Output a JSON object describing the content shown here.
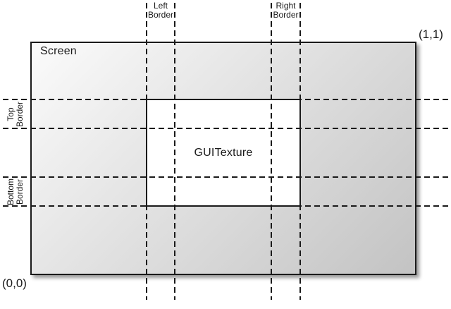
{
  "diagram": {
    "screen_label": "Screen",
    "texture_label": "GUITexture",
    "coord_origin": "(0,0)",
    "coord_top_right": "(1,1)",
    "borders": {
      "left": {
        "line1": "Left",
        "line2": "Border"
      },
      "right": {
        "line1": "Right",
        "line2": "Border"
      },
      "top": {
        "line1": "Top",
        "line2": "Border"
      },
      "bottom": {
        "line1": "Bottom",
        "line2": "Border"
      }
    }
  },
  "colors": {
    "line": "#1a1a1a",
    "screen_gradient_start": "#fbfbfb",
    "screen_gradient_end": "#c3c3c3",
    "texture_fill": "#ffffff"
  }
}
